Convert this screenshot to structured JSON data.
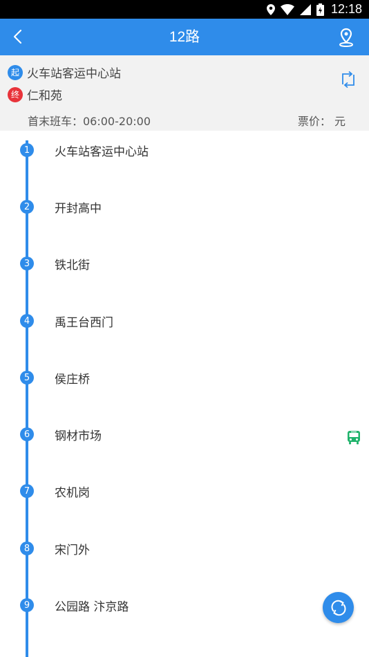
{
  "status_bar": {
    "time": "12:18"
  },
  "header": {
    "title": "12路"
  },
  "route_info": {
    "start_badge": "起",
    "start_stop": "火车站客运中心站",
    "end_badge": "终",
    "end_stop": "仁和苑",
    "schedule": "首末班车：06:00-20:00",
    "fare": "票价：  元"
  },
  "stops": [
    {
      "num": "1",
      "name": "火车站客运中心站"
    },
    {
      "num": "2",
      "name": "开封高中"
    },
    {
      "num": "3",
      "name": "铁北街"
    },
    {
      "num": "4",
      "name": "禹王台西门"
    },
    {
      "num": "5",
      "name": "侯庄桥"
    },
    {
      "num": "6",
      "name": "钢材市场",
      "bus_here": true
    },
    {
      "num": "7",
      "name": "农机岗"
    },
    {
      "num": "8",
      "name": "宋门外"
    },
    {
      "num": "9",
      "name": "公园路 汴京路"
    }
  ],
  "colors": {
    "primary": "#2f8cea",
    "end_badge": "#e8333a",
    "bus_icon": "#1fb36b",
    "panel_bg": "#f2f2f2"
  },
  "icons": {
    "back": "chevron-left-icon",
    "map": "map-pin-icon",
    "swap": "swap-direction-icon",
    "bus": "bus-icon",
    "refresh": "refresh-icon"
  }
}
